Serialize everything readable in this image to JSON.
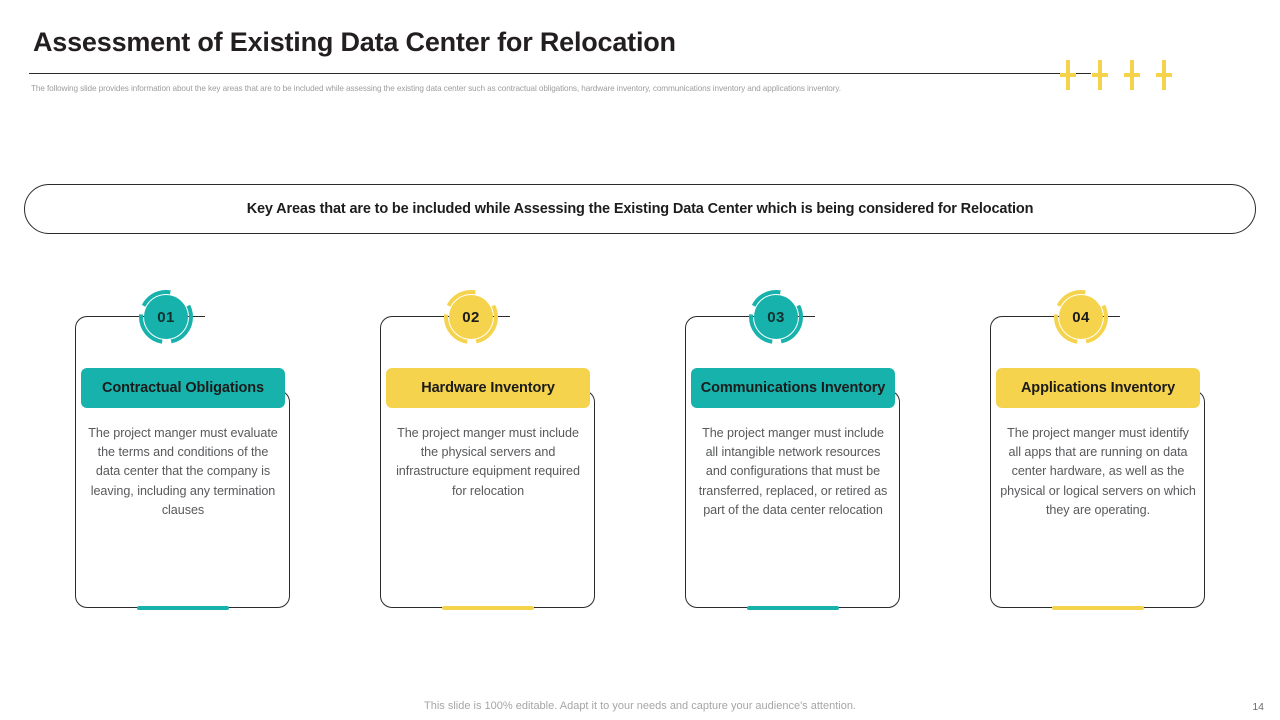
{
  "slide": {
    "title": "Assessment of Existing Data Center for Relocation",
    "subtitle": "The following slide provides information about the key areas that are to be included while assessing the existing data center such as contractual obligations, hardware inventory, communications inventory and applications inventory.",
    "banner_text": "Key Areas that are to be included while Assessing the Existing Data Center which is being considered for Relocation",
    "footer_note": "This slide is 100% editable. Adapt it to your needs and capture your audience's attention.",
    "page_number": "14"
  },
  "colors": {
    "teal": "#17b2ac",
    "yellow": "#f6d34d",
    "ink": "#2b2b2b",
    "body_text": "#58595b",
    "subtitle_text": "#9d9d9d"
  },
  "decor": {
    "plus_count": 4,
    "plus_color": "#f6d34d"
  },
  "cards": [
    {
      "number": "01",
      "title": "Contractual Obligations",
      "body": "The project manger must evaluate the terms and conditions of the data center that the company is leaving, including any termination clauses",
      "accent": "#17b2ac",
      "theme": "teal"
    },
    {
      "number": "02",
      "title": "Hardware Inventory",
      "body": "The project manger must include the physical servers and infrastructure equipment required for relocation",
      "accent": "#f6d34d",
      "theme": "yellow"
    },
    {
      "number": "03",
      "title": "Communications Inventory",
      "body": "The project manger must include all intangible network resources and configurations that must be transferred, replaced, or retired as part of the data center relocation",
      "accent": "#17b2ac",
      "theme": "teal"
    },
    {
      "number": "04",
      "title": "Applications Inventory",
      "body": "The project manger must identify all apps that are running on data center hardware, as well as the physical or logical servers on which they are operating.",
      "accent": "#f6d34d",
      "theme": "yellow"
    }
  ]
}
